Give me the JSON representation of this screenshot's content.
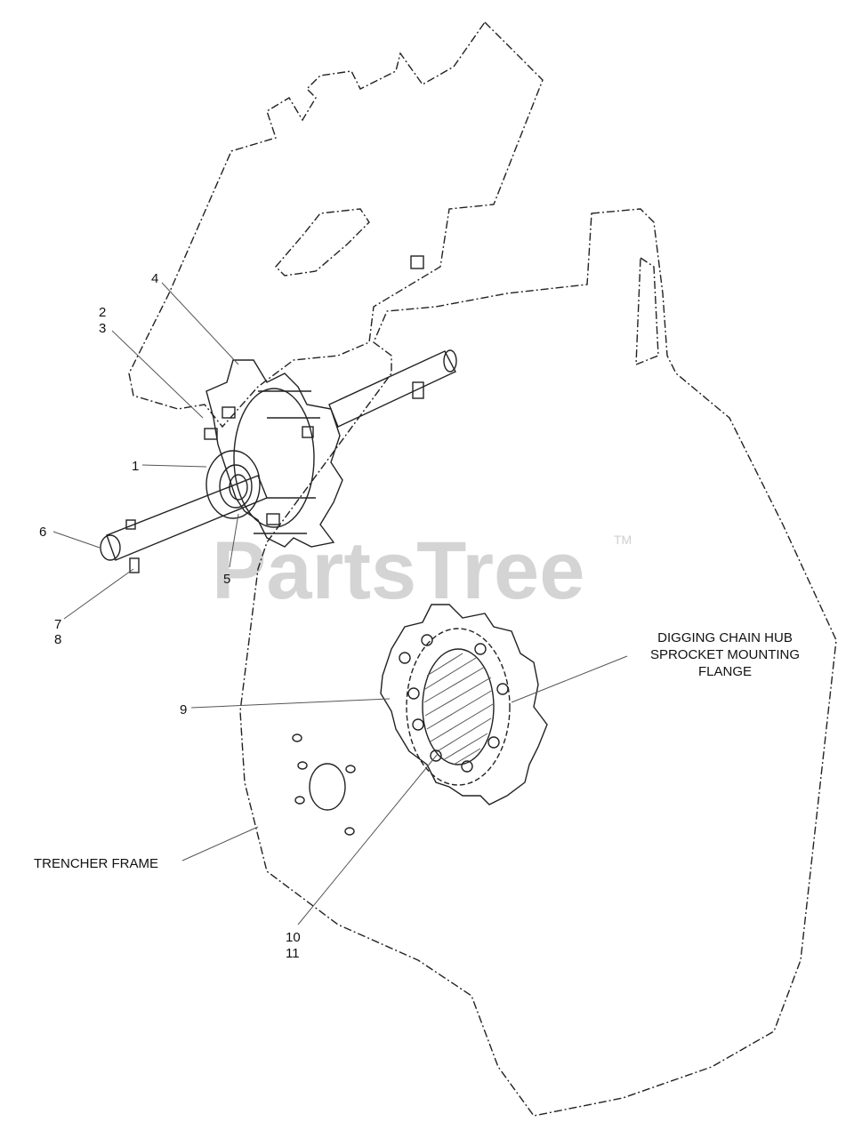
{
  "watermark": {
    "text": "PartsTree",
    "tm": "TM"
  },
  "callouts": {
    "c1": "1",
    "c2": "2",
    "c3": "3",
    "c4": "4",
    "c5": "5",
    "c6": "6",
    "c7": "7",
    "c8": "8",
    "c9": "9",
    "c10": "10",
    "c11": "11"
  },
  "labels": {
    "flange_line1": "DIGGING CHAIN HUB",
    "flange_line2": "SPROCKET MOUNTING",
    "flange_line3": "FLANGE",
    "frame": "TRENCHER FRAME"
  },
  "colors": {
    "ink": "#222222",
    "watermark": "#d4d4d4"
  }
}
